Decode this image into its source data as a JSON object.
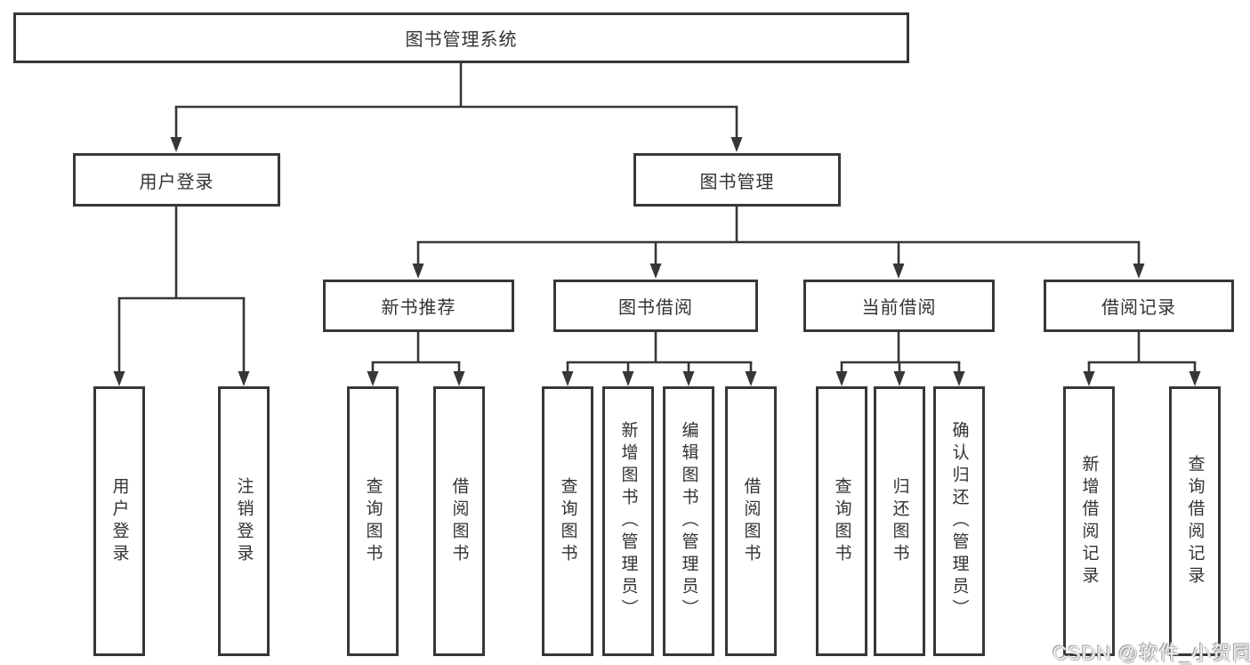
{
  "diagram": {
    "type": "hierarchy-tree",
    "orientation": "top-down"
  },
  "colors": {
    "line": "#373737",
    "box_border": "#373737",
    "text": "#333333",
    "background": "#ffffff",
    "watermark_text": "#d9d9dc"
  },
  "tree": {
    "label": "图书管理系统",
    "children": [
      {
        "label": "用户登录",
        "children": [
          {
            "label": "用户登录"
          },
          {
            "label": "注销登录"
          }
        ]
      },
      {
        "label": "图书管理",
        "children": [
          {
            "label": "新书推荐",
            "children": [
              {
                "label": "查询图书"
              },
              {
                "label": "借阅图书"
              }
            ]
          },
          {
            "label": "图书借阅",
            "children": [
              {
                "label": "查询图书"
              },
              {
                "label": "新增图书（管理员）"
              },
              {
                "label": "编辑图书（管理员）"
              },
              {
                "label": "借阅图书"
              }
            ]
          },
          {
            "label": "当前借阅",
            "children": [
              {
                "label": "查询图书"
              },
              {
                "label": "归还图书"
              },
              {
                "label": "确认归还（管理员）"
              }
            ]
          },
          {
            "label": "借阅记录",
            "children": [
              {
                "label": "新增借阅记录"
              },
              {
                "label": "查询借阅记录"
              }
            ]
          }
        ]
      }
    ]
  },
  "watermark": {
    "text": "CSDN @软件_小贺同学"
  }
}
